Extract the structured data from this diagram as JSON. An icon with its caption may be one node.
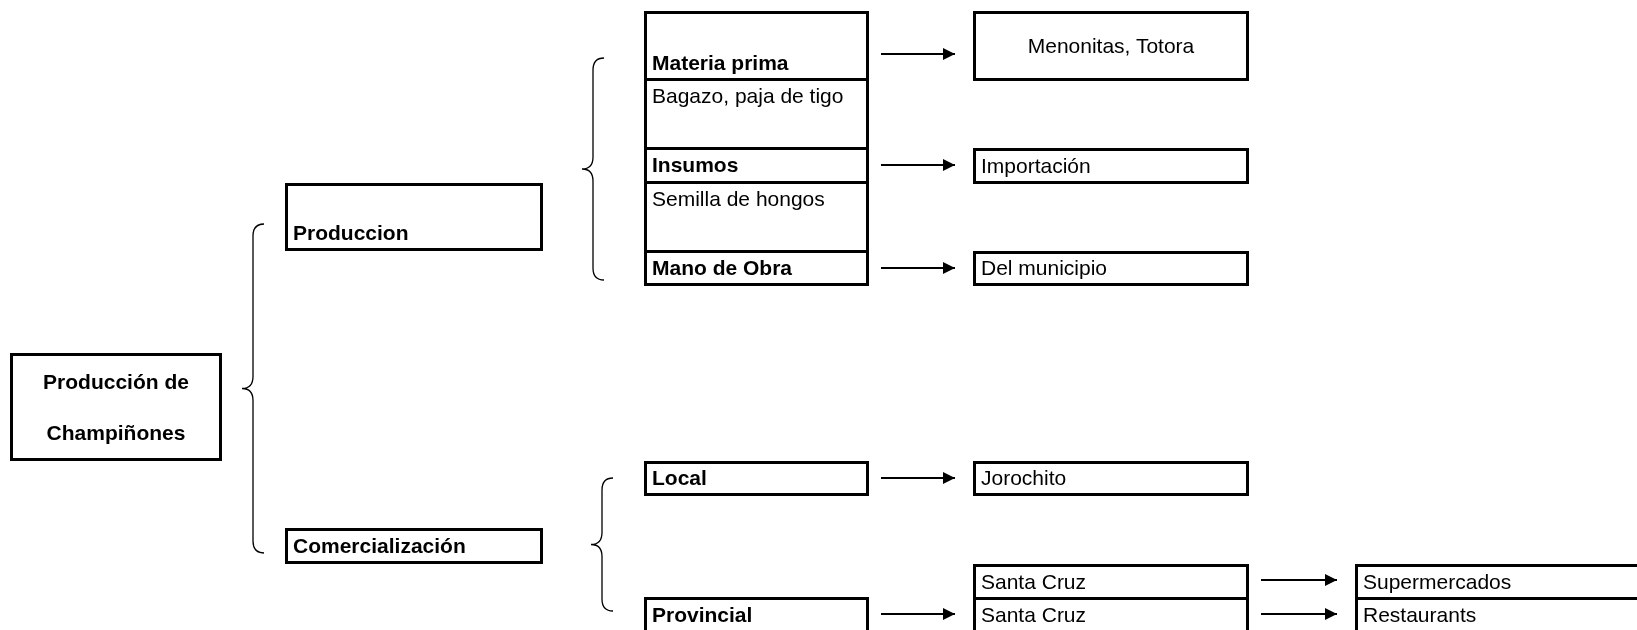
{
  "diagram": {
    "nodes": [
      {
        "text": [
          "Producción de Champiñones"
        ]
      },
      {
        "text": [
          "Produccion"
        ]
      },
      {
        "text": [
          "Materia prima"
        ]
      },
      {
        "text": [
          "Menonitas, Totora"
        ]
      },
      {
        "text": [
          "Bagazo, paja de tigo"
        ]
      },
      {
        "text": [
          "Insumos"
        ]
      },
      {
        "text": [
          "Importación"
        ]
      },
      {
        "text": [
          "Semilla de hongos"
        ]
      },
      {
        "text": [
          "Mano de Obra"
        ]
      },
      {
        "text": [
          "Del municipio"
        ]
      },
      {
        "text": [
          "Comercialización"
        ]
      },
      {
        "text": [
          "Local"
        ]
      },
      {
        "text": [
          "Jorochito"
        ]
      },
      {
        "text": [
          "Provincial"
        ]
      },
      {
        "text": [
          "Santa Cruz"
        ]
      },
      {
        "text": [
          "Supermercados"
        ]
      },
      {
        "text": [
          "Santa Cruz"
        ]
      },
      {
        "text": [
          "Restaurants"
        ]
      }
    ],
    "edges": [
      {
        "from": 2,
        "to": 3,
        "arrow": "to"
      },
      {
        "from": 5,
        "to": 6,
        "arrow": "to"
      },
      {
        "from": 8,
        "to": 9,
        "arrow": "to"
      },
      {
        "from": 11,
        "to": 12,
        "arrow": "to"
      },
      {
        "from": 13,
        "to": 16,
        "arrow": "to"
      },
      {
        "from": 14,
        "to": 15,
        "arrow": "to"
      },
      {
        "from": 16,
        "to": 17,
        "arrow": "to"
      }
    ]
  }
}
